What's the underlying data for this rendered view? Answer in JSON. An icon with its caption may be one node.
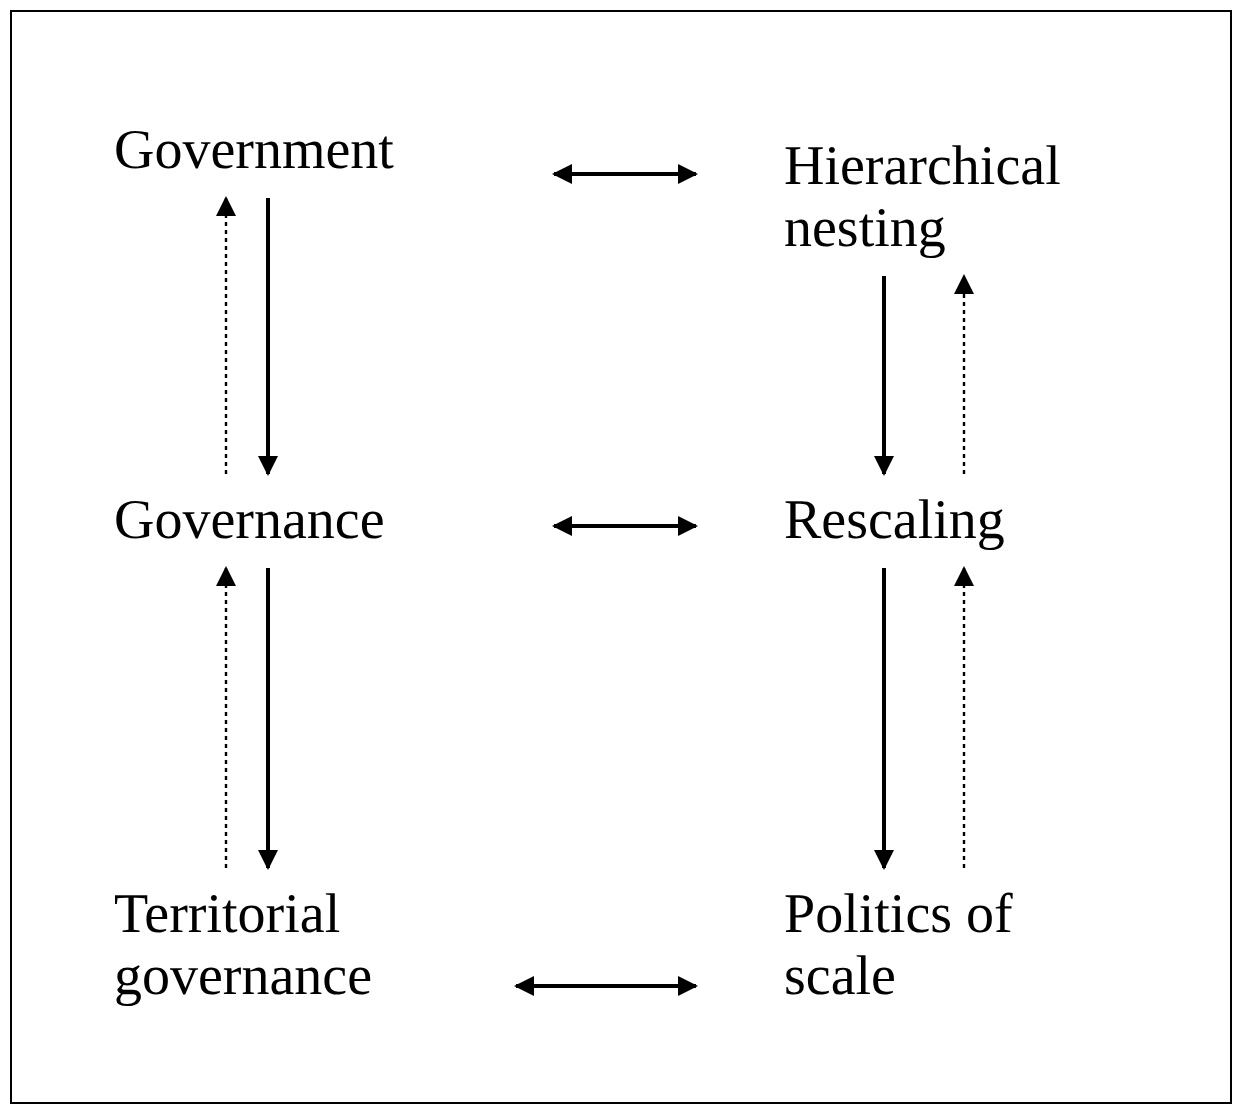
{
  "diagram": {
    "nodes": [
      {
        "text": [
          "Government"
        ]
      },
      {
        "text": [
          "Hierarchical nesting"
        ]
      },
      {
        "text": [
          "Governance"
        ]
      },
      {
        "text": [
          "Rescaling"
        ]
      },
      {
        "text": [
          "Territorial governance"
        ]
      },
      {
        "text": [
          "Politics of scale"
        ]
      }
    ],
    "edges": [
      {
        "from": 0,
        "to": 1,
        "arrow": "both"
      },
      {
        "from": 2,
        "to": 0,
        "arrow": "to",
        "style": "dashed"
      },
      {
        "from": 0,
        "to": 2,
        "arrow": "to"
      },
      {
        "from": 1,
        "to": 3,
        "arrow": "to"
      },
      {
        "from": 3,
        "to": 1,
        "arrow": "to",
        "style": "dashed"
      },
      {
        "from": 2,
        "to": 3,
        "arrow": "both"
      },
      {
        "from": 4,
        "to": 2,
        "arrow": "to",
        "style": "dashed"
      },
      {
        "from": 2,
        "to": 4,
        "arrow": "to"
      },
      {
        "from": 3,
        "to": 5,
        "arrow": "to"
      },
      {
        "from": 5,
        "to": 3,
        "arrow": "to",
        "style": "dashed"
      },
      {
        "from": 4,
        "to": 5,
        "arrow": "both"
      }
    ]
  }
}
